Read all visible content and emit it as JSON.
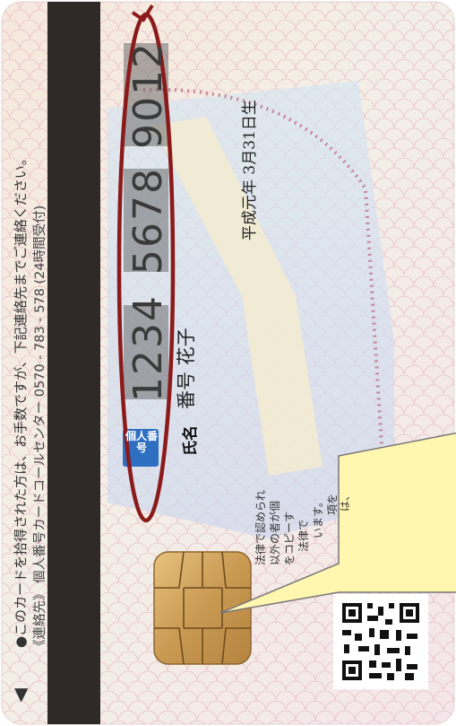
{
  "card": {
    "instruction_line": "●このカードを拾得された方は、お手数ですが、下記連絡先までご連絡ください。",
    "contact_line": "《連絡先》 個人番号カードコールセンター 0570 - 783 - 578 (24時間受付)",
    "number_groups": [
      "1234",
      "5678",
      "9012"
    ],
    "number_label": "個人番号",
    "name_label": "氏名",
    "name_value": "番号 花子",
    "birth_date": "平成元年 3月31日生",
    "notice_lines": [
      "法律で認められ",
      "以外の者が個",
      "をコピーす",
      "法律で",
      "います。",
      "項を",
      "は、"
    ],
    "arrow_glyph": "▼"
  },
  "colors": {
    "band": "#2f2a27",
    "highlight_oval": "#8b1a1a",
    "callout_fill": "#fff6b0",
    "number_block": "#6c6c6c"
  }
}
